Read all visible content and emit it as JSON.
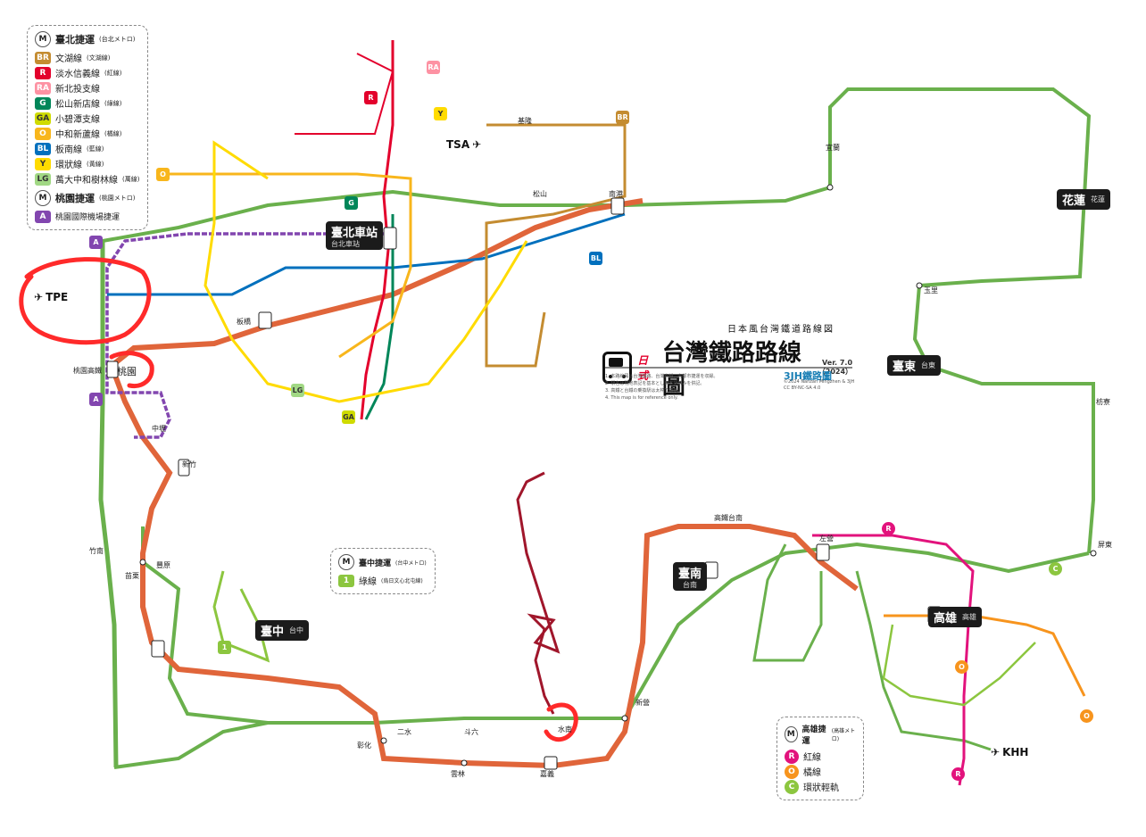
{
  "title": {
    "subtitle": "日本風台灣鐵道路線図",
    "stamp": "日式",
    "main": "台灣鐵路路線圖",
    "version": "Ver. 7.0",
    "year": "（2024）"
  },
  "taipei_legend": {
    "title": "臺北捷運",
    "title_note": "(台北メトロ)",
    "lines": [
      {
        "code": "BR",
        "name": "文湖線",
        "note": "(文湖線)",
        "color": "#c48c31"
      },
      {
        "code": "R",
        "name": "淡水信義線",
        "note": "(紅線)",
        "color": "#e3002c"
      },
      {
        "code": "RA",
        "name": "新北投支線",
        "note": "",
        "color": "#fd92a3"
      },
      {
        "code": "G",
        "name": "松山新店線",
        "note": "(綠線)",
        "color": "#008659"
      },
      {
        "code": "GA",
        "name": "小碧潭支線",
        "note": "",
        "color": "#cfdb00"
      },
      {
        "code": "O",
        "name": "中和新蘆線",
        "note": "(橘線)",
        "color": "#f8b61c"
      },
      {
        "code": "BL",
        "name": "板南線",
        "note": "(藍線)",
        "color": "#0070bd"
      },
      {
        "code": "Y",
        "name": "環狀線",
        "note": "(黃線)",
        "color": "#ffdb00"
      },
      {
        "code": "LG",
        "name": "萬大中和樹林線",
        "note": "(萬線)",
        "color": "#a1d884"
      }
    ],
    "airport_title": "桃園捷運",
    "airport_note": "(桃園メトロ)",
    "airport_line": {
      "code": "A",
      "name": "桃園國際機場捷運",
      "color": "#8246af"
    }
  },
  "taichung_legend": {
    "title": "臺中捷運",
    "title_note": "(台中メトロ)",
    "line": {
      "code": "1",
      "name": "綠線",
      "note": "(烏日文心北屯線)",
      "color": "#8cc63f"
    }
  },
  "kaohsiung_legend": {
    "title": "高雄捷運",
    "title_note": "(高雄メトロ)",
    "lines": [
      {
        "code": "R",
        "name": "紅線",
        "color": "#e2127c"
      },
      {
        "code": "O",
        "name": "橘線",
        "color": "#f7941d"
      },
      {
        "code": "C",
        "name": "環狀輕軌",
        "color": "#8cc63f"
      }
    ]
  },
  "hubs": {
    "taipei": {
      "name": "臺北車站",
      "sub": "台北車站"
    },
    "taichung": {
      "name": "臺中",
      "sub": "台中"
    },
    "tainan": {
      "name": "臺南",
      "sub": "台南"
    },
    "kaohsiung": {
      "name": "高雄",
      "sub": "高雄"
    },
    "hualien": {
      "name": "花蓮",
      "sub": "花蓮"
    },
    "taitung": {
      "name": "臺東",
      "sub": "台東"
    }
  },
  "airports": {
    "tpe": "TPE",
    "tsa": "TSA",
    "khh": "KHH"
  },
  "stations": {
    "taoyuan": "桃園",
    "zhongli": "中壢",
    "hsinchu": "新竹",
    "miaoli": "苗栗",
    "changhua": "彰化",
    "douliu": "斗六",
    "chiayi": "嘉義",
    "xinying": "新營",
    "pingtung": "屏東",
    "yilan": "宜蘭",
    "keelung": "基隆",
    "songshan": "松山",
    "banqiao": "板橋",
    "nangang": "南港",
    "yunlin": "雲林",
    "zuoying": "左營",
    "fangliao": "枋寮",
    "yuli": "玉里",
    "shuinan": "水南",
    "zhunan": "竹南",
    "fengyuan": "豐原",
    "ershui": "二水",
    "taoyuan_hsr": "桃園高鐵",
    "tainan_hsr": "高鐵台南"
  },
  "notes": [
    "1. 本路線図は台灣鐵路、台灣高鐵、各都市捷運を収録。",
    "2. 駅名は現地表記を基本とし日本語読みを併記。",
    "3. 高鐵と台鐵の乗換駅は太枠で表示。",
    "4. This map is for reference only."
  ],
  "credit": {
    "brand": "3JH鐵路圖",
    "copyright": "©2024 Nanzan Mingzhen & 3JH",
    "license": "CC BY-NC-SA 4.0"
  },
  "colors": {
    "tra": "#6ab04c",
    "hsr": "#e0653a",
    "kaohsiung_red": "#e2127c",
    "alishan": "#a0162b",
    "annotation": "#ff2a2a"
  }
}
